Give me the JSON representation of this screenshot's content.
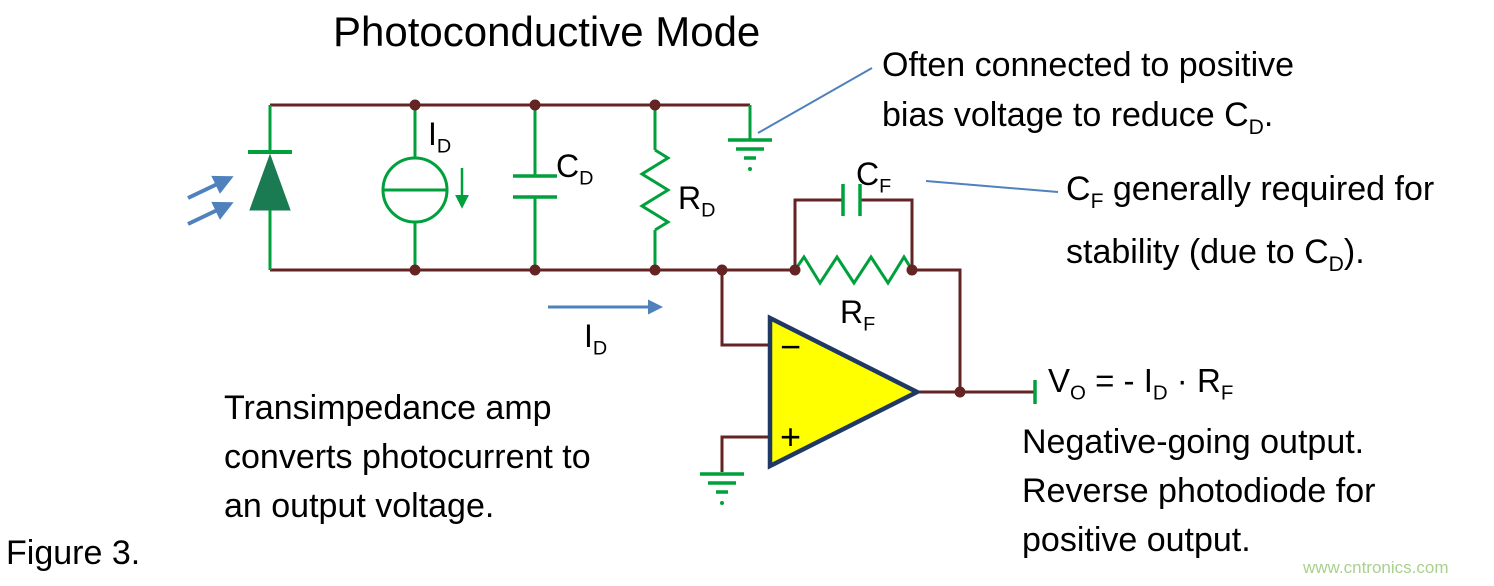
{
  "title": "Photoconductive Mode",
  "figure_label": "Figure 3.",
  "watermark": "www.cntronics.com",
  "colors": {
    "wire": "#632423",
    "component_green": "#00A03C",
    "photodiode_fill": "#1A7A52",
    "opamp_fill": "#FFFF00",
    "opamp_border": "#1F3864",
    "pointer_blue": "#4F81BD",
    "text": "#000000",
    "watermark_green": "#A9D18E"
  },
  "component_labels": {
    "source_current": {
      "base": "I",
      "sub": "D"
    },
    "diode_capacitance": {
      "base": "C",
      "sub": "D"
    },
    "diode_resistance": {
      "base": "R",
      "sub": "D"
    },
    "feedback_capacitor": {
      "base": "C",
      "sub": "F"
    },
    "feedback_resistor": {
      "base": "R",
      "sub": "F"
    },
    "current_arrow": {
      "base": "I",
      "sub": "D"
    },
    "opamp_minus": "−",
    "opamp_plus": "+"
  },
  "formula": {
    "v": "V",
    "v_sub": "O",
    "equals": " = - ",
    "i": "I",
    "i_sub": "D",
    "dot": " · ",
    "r": "R",
    "r_sub": "F"
  },
  "annotations": {
    "bias": {
      "line1": "Often connected to positive",
      "line2_a": "bias voltage to reduce C",
      "line2_sub": "D",
      "line2_b": "."
    },
    "cf": {
      "line1_a": "C",
      "line1_sub": "F",
      "line1_b": " generally required for",
      "line2_a": "stability (due to C",
      "line2_sub": "D",
      "line2_b": ")."
    },
    "tia": {
      "line1": "Transimpedance amp",
      "line2": "converts photocurrent to",
      "line3": "an output voltage."
    },
    "output": {
      "line1": "Negative-going output.",
      "line2": "Reverse photodiode for",
      "line3": "positive output."
    }
  }
}
